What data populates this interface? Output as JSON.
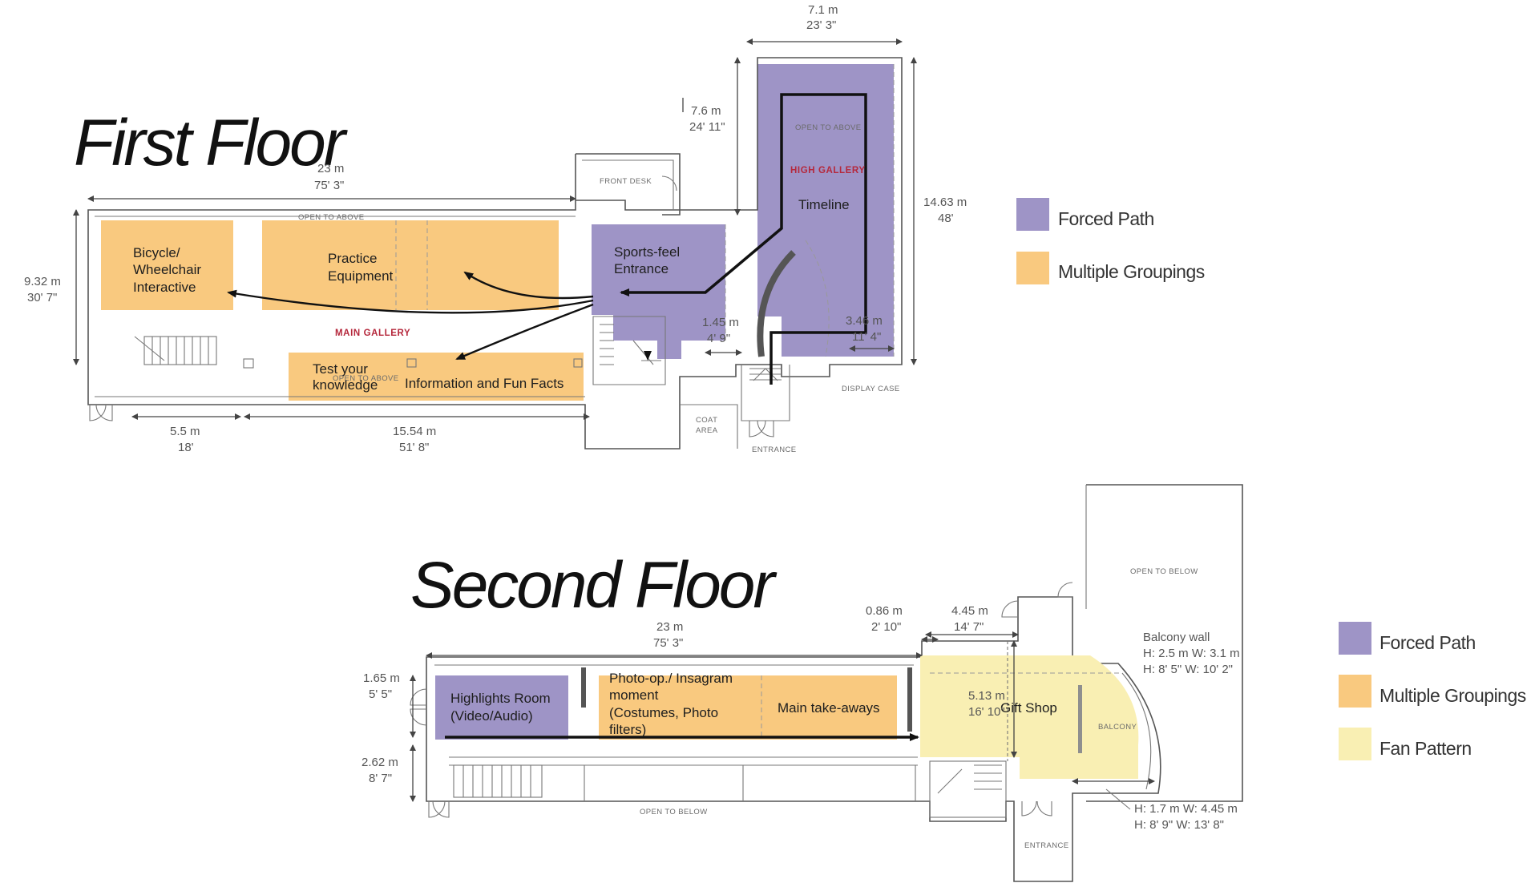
{
  "colors": {
    "forced_path": "#9e94c6",
    "multiple_groupings": "#f9c97f",
    "fan_pattern": "#f9efb3",
    "accent_red": "#b5283c"
  },
  "first_floor": {
    "title": "First Floor",
    "zones": {
      "bicycle": [
        "Bicycle/",
        "Wheelchair",
        "Interactive"
      ],
      "practice": [
        "Practice",
        "Equipment"
      ],
      "sports": [
        "Sports-feel",
        "Entrance"
      ],
      "timeline": "Timeline",
      "test": [
        "Test your",
        "knowledge"
      ],
      "info": "Information and Fun Facts"
    },
    "labels": {
      "main_gallery": "MAIN GALLERY",
      "high_gallery": "HIGH GALLERY",
      "front_desk": "FRONT DESK",
      "open_above_1": "OPEN TO ABOVE",
      "open_above_2": "OPEN TO ABOVE",
      "open_above_3": "OPEN TO ABOVE",
      "display_case": "DISPLAY CASE",
      "coat": "COAT",
      "area": "AREA",
      "entrance": "ENTRANCE"
    },
    "dimensions": {
      "width_m": "23 m",
      "width_ft": "75' 3\"",
      "depth_m": "9.32 m",
      "depth_ft": "30' 7\"",
      "left_m": "5.5 m",
      "left_ft": "18'",
      "mid_m": "15.54 m",
      "mid_ft": "51' 8\"",
      "top_m": "7.1 m",
      "top_ft": "23' 3\"",
      "high_m": "14.63 m",
      "high_ft": "48'",
      "wing_m": "7.6 m",
      "wing_ft": "24' 11\"",
      "curve_m": "1.45 m",
      "curve_ft": "4' 9\"",
      "right_m": "3.46 m",
      "right_ft": "11' 4\""
    },
    "legend": [
      "Forced Path",
      "Multiple Groupings"
    ]
  },
  "second_floor": {
    "title": "Second Floor",
    "zones": {
      "highlights": [
        "Highlights Room",
        "(Video/Audio)"
      ],
      "photo": [
        "Photo-op./ Insagram",
        "moment",
        "(Costumes, Photo",
        "filters)"
      ],
      "takeaways": "Main take-aways",
      "gift": "Gift Shop"
    },
    "labels": {
      "open_below_1": "OPEN TO BELOW",
      "open_below_2": "OPEN TO BELOW",
      "entrance": "ENTRANCE",
      "balcony": "BALCONY"
    },
    "dimensions": {
      "width_m": "23 m",
      "width_ft": "75' 3\"",
      "top_m": "1.65 m",
      "top_ft": "5' 5\"",
      "bottom_m": "2.62 m",
      "bottom_ft": "8' 7\"",
      "door_m": "0.86 m",
      "door_ft": "2' 10\"",
      "shop_m": "4.45 m",
      "shop_ft": "14' 7\"",
      "gift_m": "5.13 m",
      "gift_ft": "16' 10\""
    },
    "balcony_wall": [
      "Balcony wall",
      "H: 2.5 m W: 3.1 m",
      "H: 8' 5\" W: 10' 2\""
    ],
    "balcony_low": [
      "H: 1.7 m W: 4.45 m",
      "H: 8' 9\" W: 13' 8\""
    ],
    "legend": [
      "Forced Path",
      "Multiple Groupings",
      "Fan Pattern"
    ]
  }
}
